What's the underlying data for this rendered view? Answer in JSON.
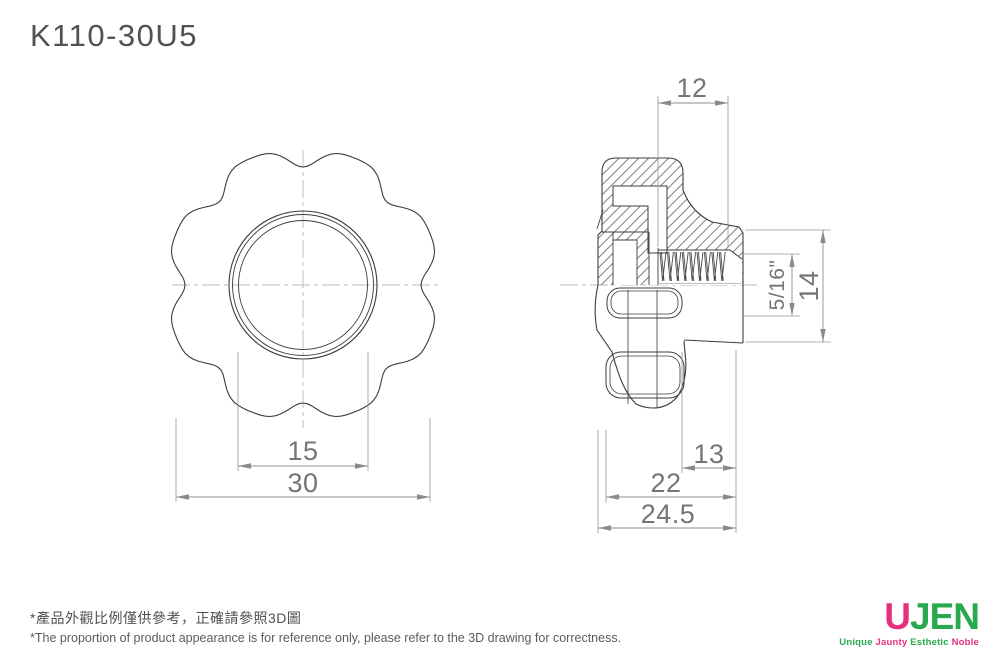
{
  "title": "K110-30U5",
  "dimensions": {
    "front_view": {
      "inner_diameter": "15",
      "outer_diameter": "30"
    },
    "side_view": {
      "cap_width": "12",
      "thread_size": "5/16\"",
      "flange_diameter": "14",
      "boss_length": "13",
      "body_length": "22",
      "overall_length": "24.5"
    }
  },
  "footer": {
    "note_zh": "*產品外觀比例僅供參考，正確請參照3D圖",
    "note_en": "*The proportion of product appearance is for reference only, please refer to the 3D drawing for correctness."
  },
  "logo": {
    "letters": [
      {
        "char": "U",
        "color": "#e5317c"
      },
      {
        "char": "JEN",
        "color": "#2aa84e"
      }
    ],
    "tagline_words": [
      {
        "text": "Unique",
        "color": "#2aa84e"
      },
      {
        "text": "Jaunty",
        "color": "#e5317c"
      },
      {
        "text": "Esthetic",
        "color": "#2aa84e"
      },
      {
        "text": "Noble",
        "color": "#e5317c"
      }
    ]
  },
  "colors": {
    "part_line": "#3c3c3c",
    "dimension_line": "#8f8f8f",
    "dimension_text": "#757575",
    "centerline": "#b8b8b8"
  }
}
